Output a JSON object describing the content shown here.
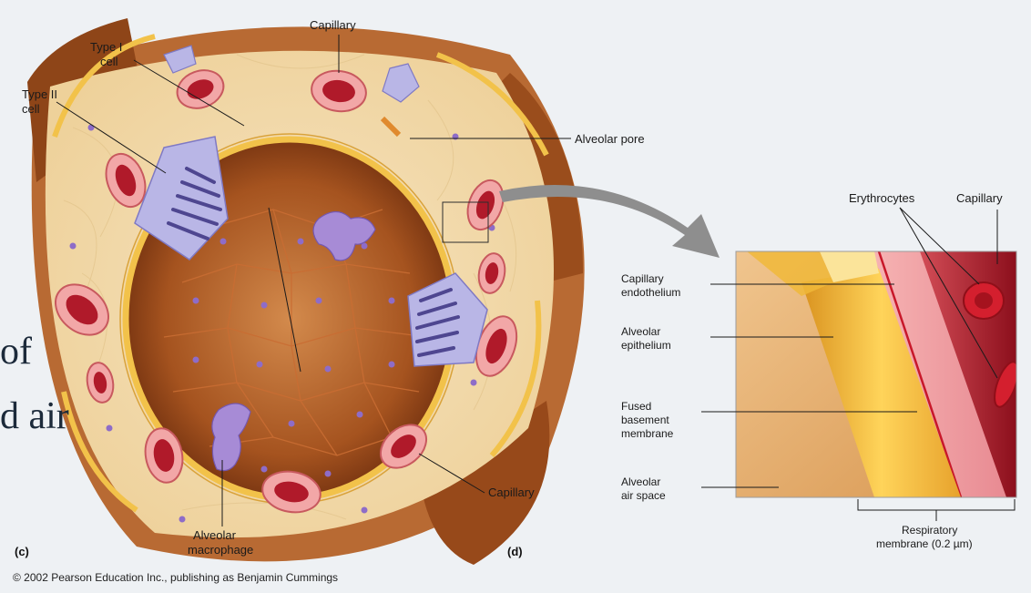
{
  "slide": {
    "text_line_1": "of",
    "text_line_2": "d air"
  },
  "panel_c": {
    "letter": "(c)",
    "labels": {
      "capillary_top": "Capillary",
      "type1_a": "Type I",
      "type1_b": "cell",
      "type2_a": "Type II",
      "type2_b": "cell",
      "alveolar_pore": "Alveolar pore",
      "capillary_bottom": "Capillary",
      "macrophage_a": "Alveolar",
      "macrophage_b": "macrophage"
    }
  },
  "panel_d": {
    "letter": "(d)",
    "labels": {
      "erythrocytes": "Erythrocytes",
      "capillary": "Capillary",
      "cap_endo_a": "Capillary",
      "cap_endo_b": "endothelium",
      "alv_epi_a": "Alveolar",
      "alv_epi_b": "epithelium",
      "fused_a": "Fused",
      "fused_b": "basement",
      "fused_c": "membrane",
      "air_a": "Alveolar",
      "air_b": "air space",
      "resp_a": "Respiratory",
      "resp_b": "membrane (0.2 µm)"
    }
  },
  "credit": "© 2002 Pearson Education Inc., publishing as Benjamin Cummings",
  "colors": {
    "tissue": "#f3dcb0",
    "membrane": "#f2c24a",
    "alveolus_dark": "#8a3f16",
    "alveolus_mid": "#c77a40",
    "capillary_wall": "#f2a7a7",
    "capillary_lumen": "#b01a2a",
    "type2": "#b9b6e6",
    "blood": "#b5121f"
  }
}
